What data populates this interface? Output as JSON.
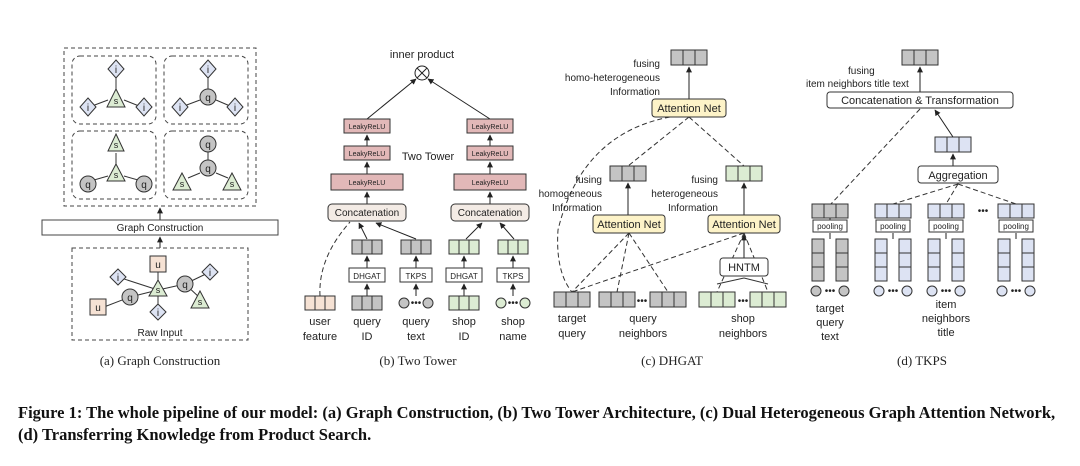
{
  "panels": {
    "a": {
      "caption": "(a)  Graph Construction",
      "graph_construction_label": "Graph Construction",
      "raw_input_label": "Raw Input",
      "node_i": "i",
      "node_q": "q",
      "node_s": "s",
      "node_u": "u"
    },
    "b": {
      "caption": "(b)  Two Tower",
      "inner_product": "inner product",
      "leaky_relu": "LeakyReLU",
      "two_tower": "Two Tower",
      "concatenation": "Concatenation",
      "dhgat": "DHGAT",
      "tkps": "TKPS",
      "inputs": [
        {
          "line1": "user",
          "line2": "feature"
        },
        {
          "line1": "query",
          "line2": "ID"
        },
        {
          "line1": "query",
          "line2": "text"
        },
        {
          "line1": "shop",
          "line2": "ID"
        },
        {
          "line1": "shop",
          "line2": "name"
        }
      ]
    },
    "c": {
      "caption": "(c)  DHGAT",
      "attention_net": "Attention Net",
      "top_note": [
        "fusing",
        "homo-heterogeneous",
        "Information"
      ],
      "left_note": [
        "fusing",
        "homogeneous",
        "Information"
      ],
      "right_note": [
        "fusing",
        "heterogeneous",
        "Information"
      ],
      "hntm": "HNTM",
      "target_query": [
        "target",
        "query"
      ],
      "query_neighbors": [
        "query",
        "neighbors"
      ],
      "shop_neighbors": [
        "shop",
        "neighbors"
      ]
    },
    "d": {
      "caption": "(d)  TKPS",
      "top_note": [
        "fusing",
        "item neighbors title text"
      ],
      "concat_transform": "Concatenation & Transformation",
      "aggregation": "Aggregation",
      "pooling": "pooling",
      "target_query_text": [
        "target",
        "query",
        "text"
      ],
      "item_neighbors_title": [
        "item",
        "neighbors",
        "title"
      ]
    }
  },
  "caption": "Figure 1: The whole pipeline of our model: (a) Graph Construction, (b) Two Tower Architecture, (c) Dual Heterogeneous Graph Attention Network, (d) Transferring Knowledge from Product Search.",
  "colors": {
    "item": "#dde3f3",
    "query": "#c4c4c4",
    "shop": "#dcecd3",
    "user": "#f6e2d4",
    "relu": "#e2b8b8",
    "attention": "#fdf3c8",
    "concat": "#f3ebe5"
  }
}
